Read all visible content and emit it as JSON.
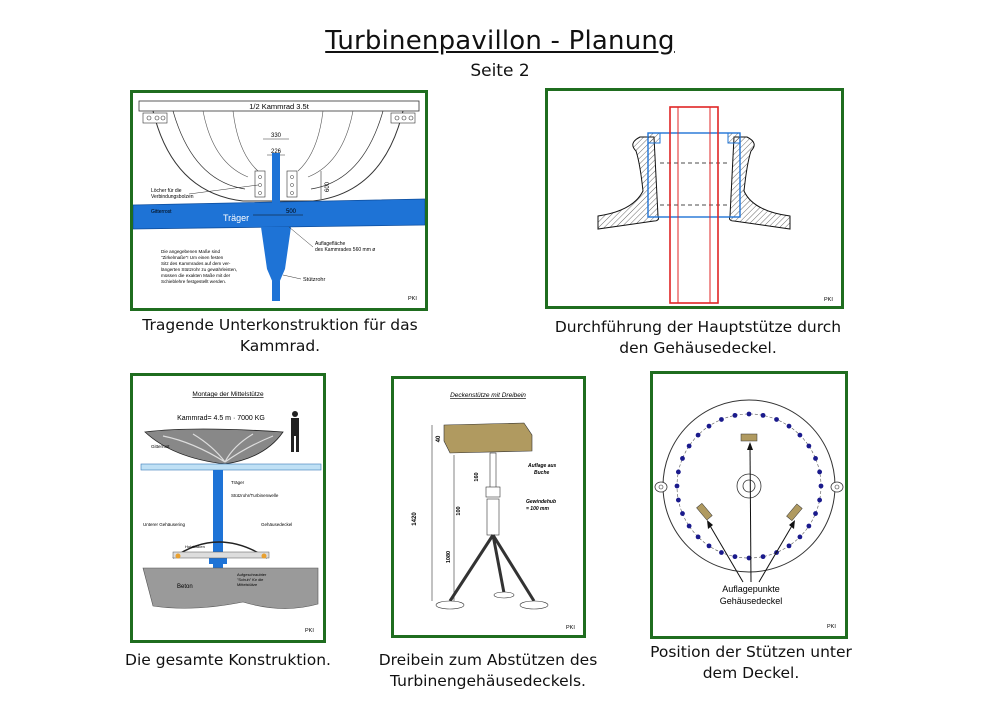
{
  "header": {
    "title": "Turbinenpavillon - Planung",
    "subtitle": "Seite 2"
  },
  "panels": {
    "p1": {
      "top_label": "1/2 Kammrad 3.5t",
      "dim_330": "330",
      "dim_226": "226",
      "dim_600": "600",
      "dim_500": "500",
      "traeger": "Träger",
      "label_holes": "Löcher für die Verbindungsbolzen",
      "label_girder": "Gitterrost",
      "label_support_area": "Auflagefläche des Kammrades 560 mm ø",
      "label_note": "Die angegebenen Maße sind \"Zirkelmaße\"! Um einen festen Sitz des Kammrades auf dem verlängerten Stützrohr zu gewährleisten, müssen die exakten Maße mit der Schieblehre festgestellt werden.",
      "label_stuetzrohr": "Stützrohr",
      "pki": "PKI",
      "caption": "Tragende Unterkonstruktion für das Kammrad."
    },
    "p2": {
      "pki": "PKI",
      "caption": "Durchführung der Hauptstütze durch den Gehäusedeckel."
    },
    "p3": {
      "heading": "Montage der Mittelstütze",
      "weight": "Kammrad= 4.5 m · 7000 KG",
      "label_gitterrost": "Gitterrost",
      "label_traeger": "Träger",
      "label_stuetzrohr": "Stützrohr/Turbinenwelle",
      "label_unterer": "Unterer Gehäusering",
      "label_deckel": "Gehäusedeckel",
      "label_holzbalken": "Holzbalken",
      "label_aufgeschraubter": "Aufgeschraubter \"Schuh\" für die Mittelstütze",
      "label_beton": "Beton",
      "pki": "PKI",
      "caption": "Die gesamte Konstruktion."
    },
    "p4": {
      "heading": "Deckenstütze mit Dreibein",
      "dim_40": "40",
      "dim_160": "160",
      "dim_100": "100",
      "dim_1080": "1080",
      "dim_1420": "1420",
      "label_auflage": "Auflage aus Buche",
      "label_gewindehub": "Gewindehub = 100 mm",
      "pki": "PKI",
      "caption": "Dreibein zum Abstützen des Turbinengehäusedeckels."
    },
    "p5": {
      "label_points": "Auflagepunkte",
      "label_deckel": "Gehäusedeckel",
      "pki": "PKI",
      "caption": "Position der Stützen unter dem Deckel."
    }
  },
  "colors": {
    "frame": "#1f6d1f",
    "blue_part": "#1e73d6",
    "red_outline": "#e02525",
    "dots": "#1a1a8c",
    "pad": "#b09a60"
  }
}
